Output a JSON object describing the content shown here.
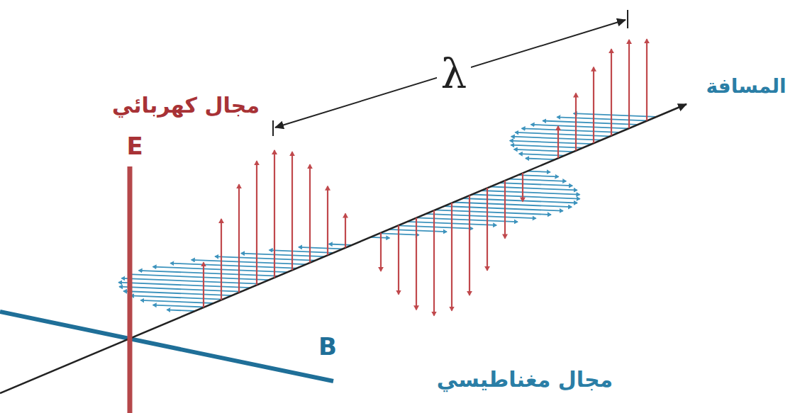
{
  "diagram": {
    "labels": [
      "مجال كهربائي",
      "E",
      "λ",
      "المسافة",
      "B",
      "مجال مغناطيسي"
    ]
  }
}
